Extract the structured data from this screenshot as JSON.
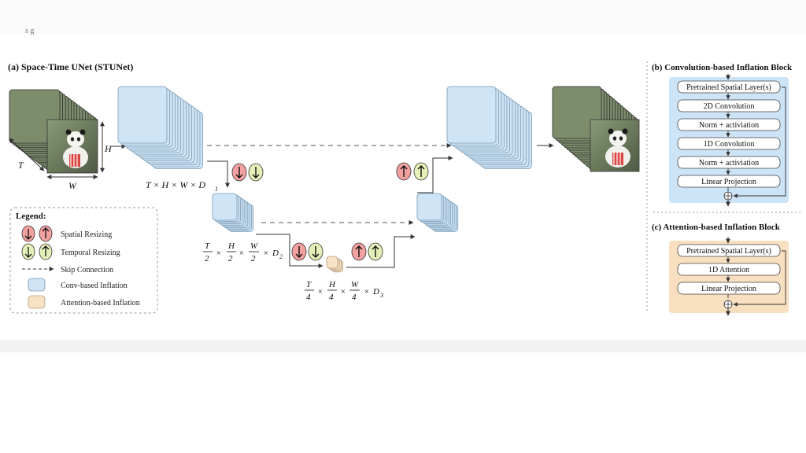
{
  "top_snippet": "s  g",
  "panel_a": {
    "title": "(a) Space-Time UNet (STUNet)",
    "input_dims": {
      "t": "T",
      "h": "H",
      "w": "W"
    },
    "level1_label": {
      "pre": "T × H × W × D",
      "sub": "1"
    },
    "level2_label": {
      "frac1_num": "T",
      "frac1_den": "2",
      "frac2_num": "H",
      "frac2_den": "2",
      "frac3_num": "W",
      "frac3_den": "2",
      "mul": "×",
      "d": "D",
      "sub": "2"
    },
    "level3_label": {
      "frac1_num": "T",
      "frac1_den": "4",
      "frac2_num": "H",
      "frac2_den": "4",
      "frac3_num": "W",
      "frac3_den": "4",
      "mul": "×",
      "d": "D",
      "sub": "3"
    }
  },
  "legend": {
    "title": "Legend:",
    "items": [
      {
        "label": "Spatial Resizing"
      },
      {
        "label": "Temporal Resizing"
      },
      {
        "label": "Skip Connection"
      },
      {
        "label": "Conv-based Inflation"
      },
      {
        "label": "Attention-based Inflation"
      }
    ]
  },
  "panel_b": {
    "title": "(b) Convolution-based Inflation Block",
    "steps": [
      "Pretrained Spatial Layer(s)",
      "2D Convolution",
      "Norm + activiation",
      "1D Convolution",
      "Norm + activiation",
      "Linear Projection"
    ]
  },
  "panel_c": {
    "title": "(c) Attention-based Inflation Block",
    "steps": [
      "Pretrained Spatial Layer(s)",
      "1D Attention",
      "Linear Projection"
    ]
  },
  "colors": {
    "conv_fill": "#cfe4f5",
    "conv_stroke": "#7a9bb5",
    "attn_fill": "#f7e2c6",
    "spatial_red": "#f2a0a0",
    "temporal_green": "#e4f0b8",
    "panel_b_bg": "#cde3f6",
    "panel_c_bg": "#f8dfc0"
  }
}
